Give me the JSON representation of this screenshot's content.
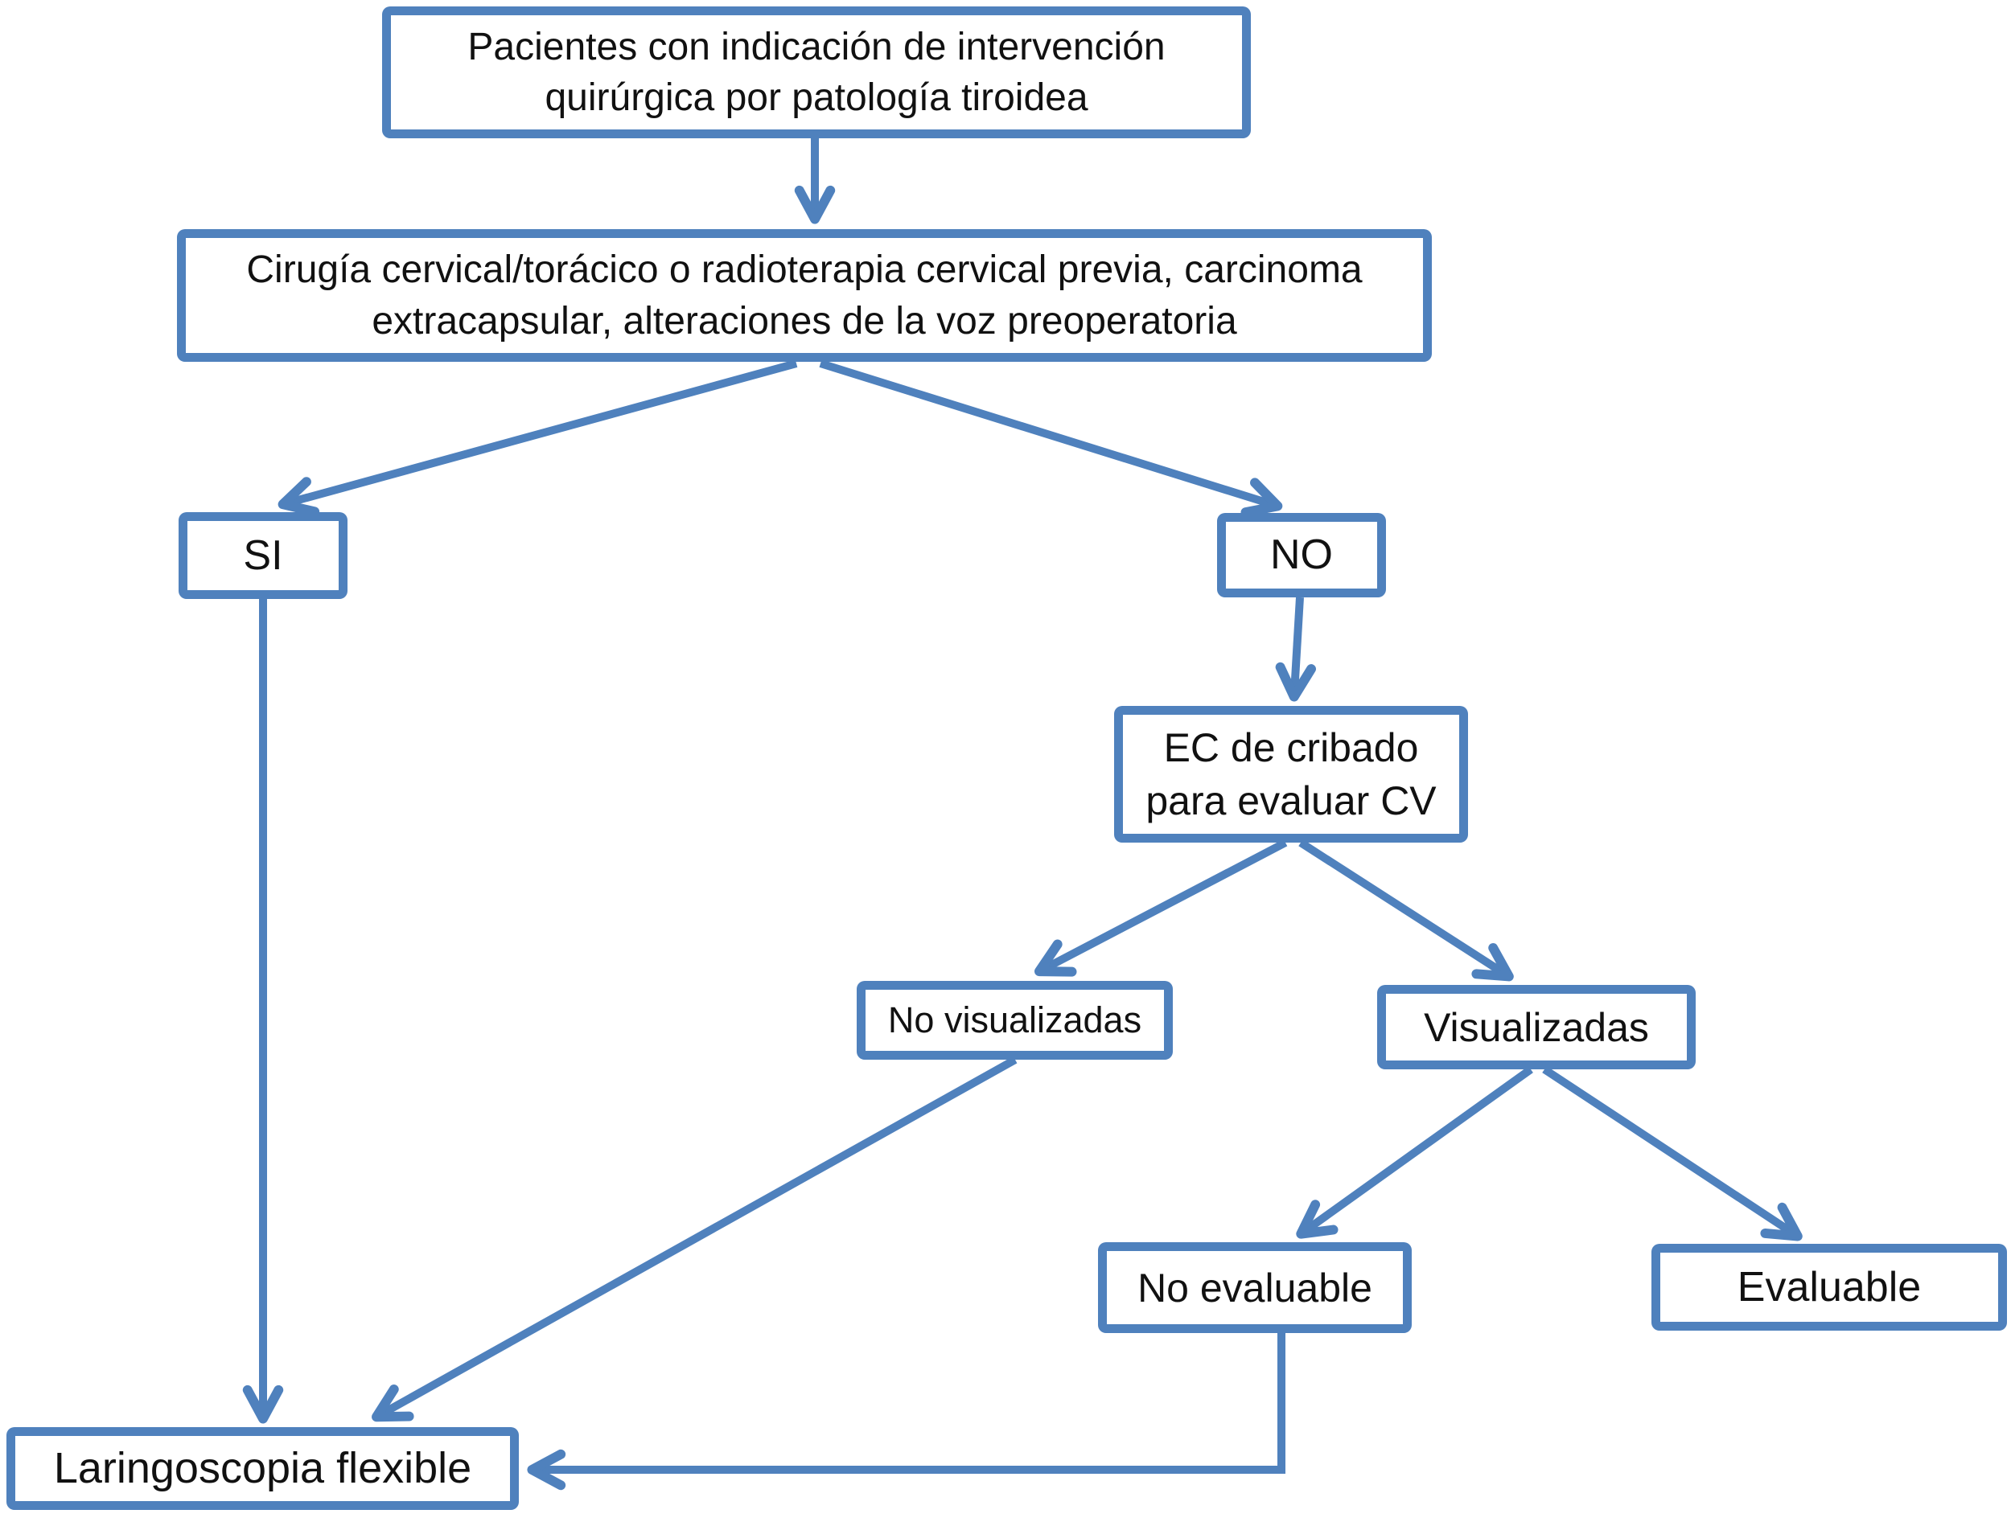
{
  "diagram": {
    "accent_color": "#4f81bd",
    "text_color": "#111111",
    "nodes": [
      {
        "id": "patients",
        "label": "Pacientes con indicación de intervención quirúrgica por patología tiroidea"
      },
      {
        "id": "risk-factors",
        "label": "Cirugía cervical/torácico o radioterapia cervical previa, carcinoma extracapsular, alteraciones de la voz preoperatoria"
      },
      {
        "id": "si",
        "label": "SI"
      },
      {
        "id": "no",
        "label": "NO"
      },
      {
        "id": "ec-cribado",
        "label": "EC de cribado para evaluar CV"
      },
      {
        "id": "no-visualizadas",
        "label": "No visualizadas"
      },
      {
        "id": "visualizadas",
        "label": "Visualizadas"
      },
      {
        "id": "no-evaluable",
        "label": "No evaluable"
      },
      {
        "id": "evaluable",
        "label": "Evaluable"
      },
      {
        "id": "laringoscopia",
        "label": "Laringoscopia flexible"
      }
    ],
    "edges": [
      {
        "from": "patients",
        "to": "risk-factors"
      },
      {
        "from": "risk-factors",
        "to": "si"
      },
      {
        "from": "risk-factors",
        "to": "no"
      },
      {
        "from": "no",
        "to": "ec-cribado"
      },
      {
        "from": "ec-cribado",
        "to": "no-visualizadas"
      },
      {
        "from": "ec-cribado",
        "to": "visualizadas"
      },
      {
        "from": "visualizadas",
        "to": "no-evaluable"
      },
      {
        "from": "visualizadas",
        "to": "evaluable"
      },
      {
        "from": "si",
        "to": "laringoscopia"
      },
      {
        "from": "no-visualizadas",
        "to": "laringoscopia"
      },
      {
        "from": "no-evaluable",
        "to": "laringoscopia"
      }
    ]
  }
}
